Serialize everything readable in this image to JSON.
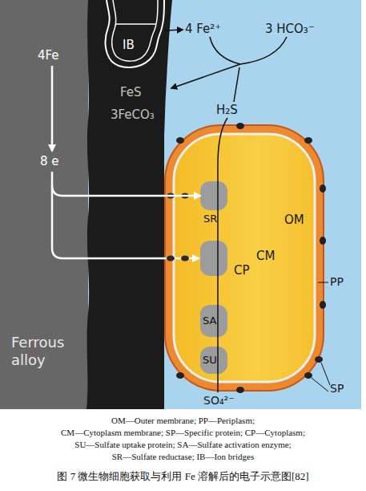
{
  "diagram": {
    "caption": "图 7 微生物细胞获取与利用 Fe 溶解后的电子示意图[82]",
    "nodes": [
      {
        "text": [
          "Ferrous alloy"
        ]
      },
      {
        "text": [
          "FeS",
          "3FeCO₃"
        ]
      },
      {
        "text": [
          "IB"
        ],
        "in": 1
      },
      {
        "text": [
          "OM",
          "CM",
          "CP"
        ]
      },
      {
        "text": [
          "SR"
        ],
        "in": 3
      },
      {
        "text": [
          "SA"
        ],
        "in": 3
      },
      {
        "text": [
          "SU"
        ],
        "in": 3
      }
    ],
    "edges": [
      {
        "from": 0,
        "to": 4,
        "arrow": "to"
      }
    ],
    "labels": [
      "4Fe",
      "8 e",
      "4 Fe²⁺",
      "3 HCO₃⁻",
      "H₂S",
      "PP",
      "SP",
      "SO₄²⁻",
      "OM—Outer membrane; PP—Periplasm;",
      "CM—Cytoplasm membrane; SP—Specific protein; CP—Cytoplasm;",
      "SU—Sulfate uptake protein; SA—Sulfate activation enzyme;",
      "SR—Sulfate reductase; IB—Ion bridges"
    ]
  }
}
